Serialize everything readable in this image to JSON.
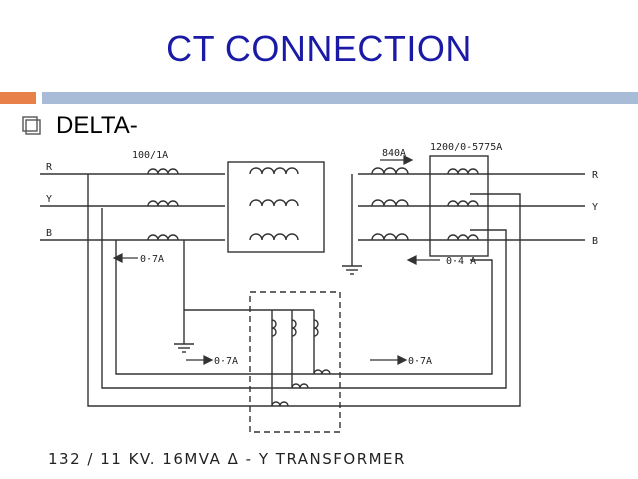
{
  "title": "CT CONNECTION",
  "bullet": "DELTA-",
  "diagram": {
    "ct_left_rating": "100/1A",
    "ct_right_rating": "1200/0-5775A",
    "current_840": "840A",
    "current_07_top": "0·7A",
    "current_04": "0·4 A",
    "current_07_mid": "0·7A",
    "current_07_right": "0·7A",
    "phase_r_left": "R",
    "phase_y_left": "Y",
    "phase_b_left": "B",
    "phase_r_right": "R",
    "phase_y_right": "Y",
    "phase_b_right": "B",
    "footer": "132 / 11 KV.  16MVA  Δ - Y  TRANSFORMER"
  },
  "colors": {
    "title": "#1a1aa6",
    "accent_orange": "#e8804a",
    "accent_blue": "#a8bcd8"
  }
}
